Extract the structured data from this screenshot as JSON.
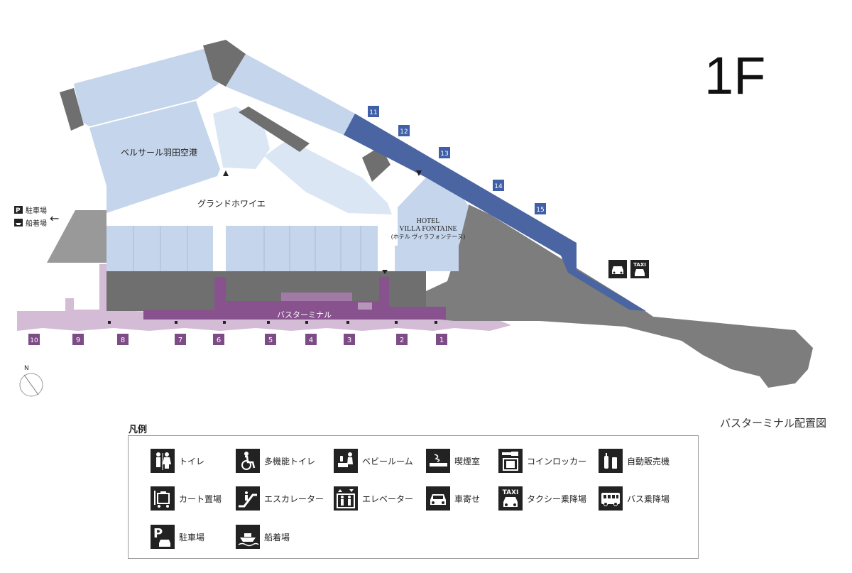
{
  "floor_label": "1F",
  "map_caption": "バスターミナル配置図",
  "areas": {
    "bellesalle": "ベルサール羽田空港",
    "grand_foyer": "グランドホワイエ",
    "hotel_line1": "HOTEL",
    "hotel_line2": "VILLA FONTAINE",
    "hotel_line3": "(ホテル ヴィラフォンテーヌ)",
    "bus_terminal": "バスターミナル"
  },
  "side_notes": {
    "parking": "駐車場",
    "boat_dock": "船着場"
  },
  "bus_bays": {
    "purple": [
      "10",
      "9",
      "8",
      "7",
      "6",
      "5",
      "4",
      "3",
      "2",
      "1"
    ],
    "blue": [
      "11",
      "12",
      "13",
      "14",
      "15"
    ]
  },
  "compass": {
    "north": "N"
  },
  "taxi_badge": "TAXI",
  "legend": {
    "title": "凡例",
    "items": [
      {
        "icon": "restroom-icon",
        "label": "トイレ"
      },
      {
        "icon": "accessible-restroom-icon",
        "label": "多機能トイレ"
      },
      {
        "icon": "baby-room-icon",
        "label": "ベビールーム"
      },
      {
        "icon": "smoking-room-icon",
        "label": "喫煙室"
      },
      {
        "icon": "coin-locker-icon",
        "label": "コインロッカー"
      },
      {
        "icon": "vending-machine-icon",
        "label": "自動販売機"
      },
      {
        "icon": "cart-storage-icon",
        "label": "カート置場"
      },
      {
        "icon": "escalator-icon",
        "label": "エスカレーター"
      },
      {
        "icon": "elevator-icon",
        "label": "エレベーター"
      },
      {
        "icon": "car-pickup-icon",
        "label": "車寄せ"
      },
      {
        "icon": "taxi-stand-icon",
        "label": "タクシー乗降場"
      },
      {
        "icon": "bus-stop-icon",
        "label": "バス乗降場"
      },
      {
        "icon": "parking-icon",
        "label": "駐車場"
      },
      {
        "icon": "boat-dock-icon",
        "label": "船着場"
      }
    ]
  },
  "colors": {
    "building_light": "#c5d5ec",
    "building_lighter": "#dbe6f5",
    "structure_gray": "#7d7d7d",
    "structure_dark": "#5e5e5e",
    "bus_terminal_purple": "#87528e",
    "bus_lane_lilac": "#d4bcd6",
    "bus_bay_purple": "#7d4c86",
    "blue_lane": "#4a65a2",
    "bus_bay_blue": "#3f5fa8",
    "icon_dark": "#222222"
  }
}
